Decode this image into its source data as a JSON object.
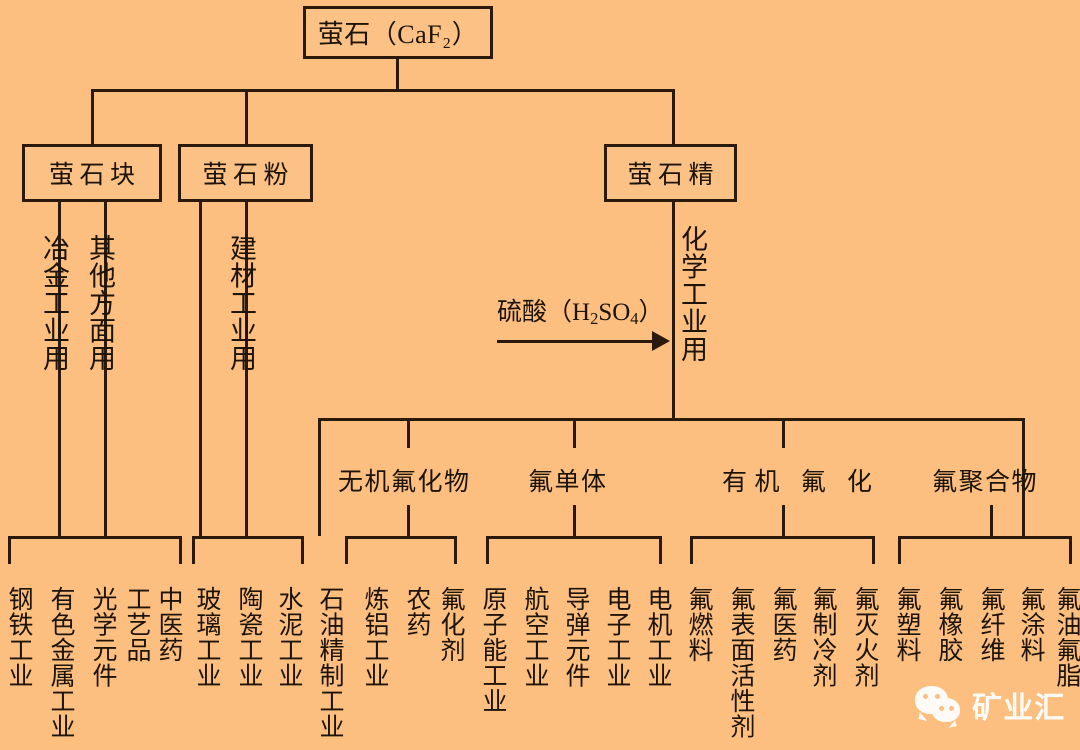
{
  "diagram": {
    "title_box": {
      "label": "萤石（CaF₂）"
    },
    "level2": [
      {
        "id": "lump",
        "label": "萤石块"
      },
      {
        "id": "powder",
        "label": "萤石粉"
      },
      {
        "id": "conc",
        "label": "萤石精"
      }
    ],
    "reaction": {
      "reagent_label": "硫酸（H₂SO₄）",
      "reagent_formula_prefix": "硫酸（H",
      "reagent_sub1": "2",
      "reagent_mid": "SO",
      "reagent_sub2": "4",
      "reagent_suffix": "）"
    },
    "usage_labels": [
      {
        "id": "metallurgy",
        "label": "冶金工业用"
      },
      {
        "id": "other",
        "label": "其他方面用"
      },
      {
        "id": "building",
        "label": "建材工业用"
      },
      {
        "id": "chemical",
        "label": "化学工业用"
      }
    ],
    "categories": [
      {
        "id": "inorganic-fluoride",
        "label": "无机氟化物"
      },
      {
        "id": "fluorine-monomer",
        "label": "氟单体"
      },
      {
        "id": "organic-fluorine",
        "label": "有机 氟 化"
      },
      {
        "id": "fluoropolymer",
        "label": "氟聚合物"
      }
    ],
    "leaves": {
      "metallurgy": [
        "钢铁工业",
        "有色金属工业",
        "光学元件",
        "工艺品",
        "中医药"
      ],
      "building": [
        "玻璃工业",
        "陶瓷工业",
        "水泥工业"
      ],
      "inorganic": [
        "石油精制工业",
        "炼铝工业",
        "农药",
        "氟化剂"
      ],
      "monomer": [
        "原子能工业",
        "航空工业",
        "导弹元件",
        "电子工业",
        "电机工业"
      ],
      "organic": [
        "氟燃料",
        "氟表面活性剂",
        "氟医药",
        "氟制冷剂",
        "氟灭火剂"
      ],
      "polymer": [
        "氟塑料",
        "氟橡胶",
        "氟纤维",
        "氟涂料",
        "氟油氟脂"
      ]
    },
    "watermark": {
      "text": "矿业汇",
      "icon": "wechat-icon"
    },
    "colors": {
      "background": "#fdbf80",
      "box_fill": "#fcc184",
      "line": "#2b1a0c",
      "text": "#1d1306",
      "watermark_text": "#ffffff"
    }
  }
}
